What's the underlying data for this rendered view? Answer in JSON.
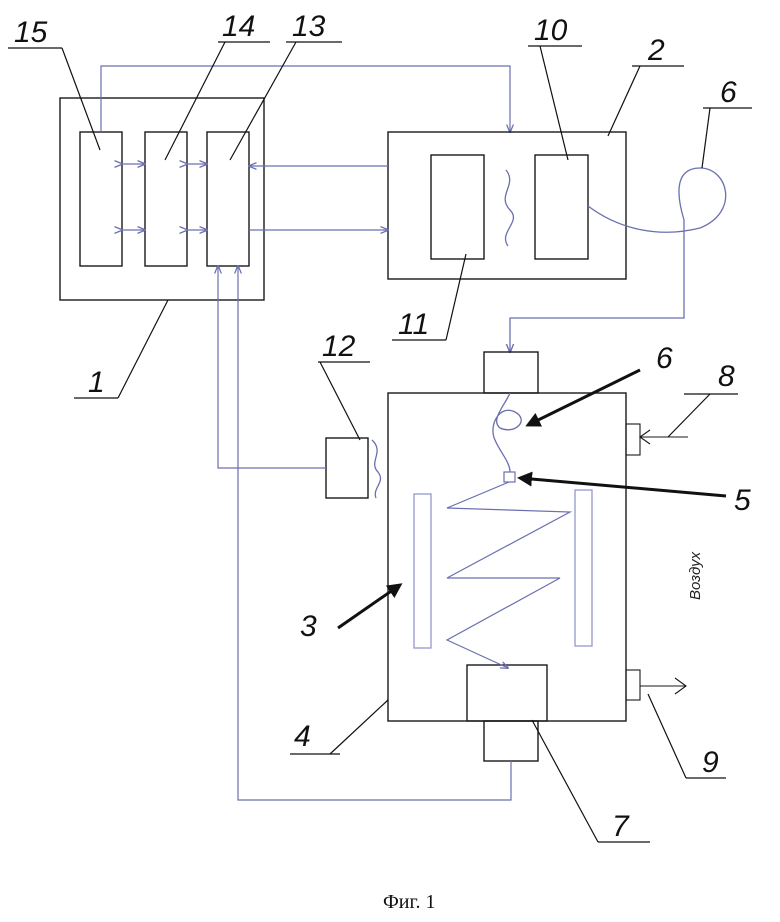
{
  "figure": {
    "caption": "Фиг. 1",
    "air_label": "Воздух",
    "labels": {
      "l1": "1",
      "l2": "2",
      "l3": "3",
      "l4": "4",
      "l5": "5",
      "l6a": "6",
      "l6b": "6",
      "l7": "7",
      "l8": "8",
      "l9": "9",
      "l10": "10",
      "l11": "11",
      "l12": "12",
      "l13": "13",
      "l14": "14",
      "l15": "15"
    }
  }
}
